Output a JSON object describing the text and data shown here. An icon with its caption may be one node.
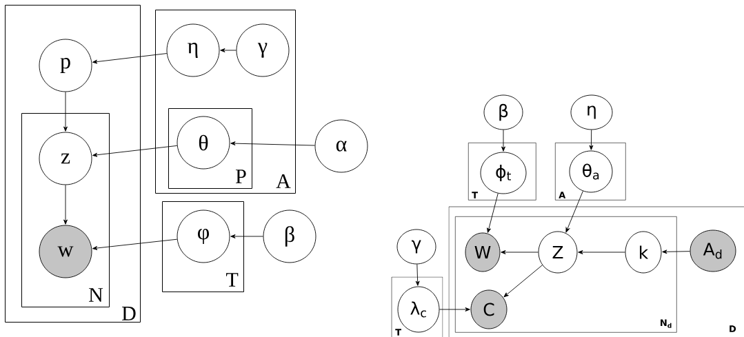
{
  "diagram": {
    "nodes": [
      {
        "text": [
          "D"
        ]
      },
      {
        "text": [
          "p"
        ],
        "in": 0
      },
      {
        "text": [
          "N"
        ],
        "in": 0
      },
      {
        "text": [
          "z"
        ],
        "in": 2
      },
      {
        "text": [
          "w"
        ],
        "in": 2
      },
      {
        "text": [
          "A"
        ]
      },
      {
        "text": [
          "η"
        ],
        "in": 5
      },
      {
        "text": [
          "γ"
        ],
        "in": 5
      },
      {
        "text": [
          "P"
        ],
        "in": 5
      },
      {
        "text": [
          "θ"
        ],
        "in": 8
      },
      {
        "text": [
          "α"
        ]
      },
      {
        "text": [
          "T"
        ]
      },
      {
        "text": [
          "φ"
        ],
        "in": 11
      },
      {
        "text": [
          "β"
        ]
      },
      {
        "text": [
          "β"
        ]
      },
      {
        "text": [
          "T"
        ]
      },
      {
        "text": [
          "ϕ$_{t}$"
        ],
        "in": 15
      },
      {
        "text": [
          "η"
        ]
      },
      {
        "text": [
          "A"
        ]
      },
      {
        "text": [
          "θ$_{a}$"
        ],
        "in": 18
      },
      {
        "text": [
          "D"
        ]
      },
      {
        "text": [
          "N$_{d}$"
        ],
        "in": 20
      },
      {
        "text": [
          "W"
        ],
        "in": 21
      },
      {
        "text": [
          "Z"
        ],
        "in": 21
      },
      {
        "text": [
          "k"
        ],
        "in": 21
      },
      {
        "text": [
          "A$_{d}$"
        ],
        "in": 20
      },
      {
        "text": [
          "γ"
        ]
      },
      {
        "text": [
          "T"
        ]
      },
      {
        "text": [
          "λ$_{c}$"
        ],
        "in": 27
      },
      {
        "text": [
          "C"
        ],
        "in": 21
      }
    ],
    "edges": [
      {
        "from": 6,
        "to": 1,
        "arrow": "to"
      },
      {
        "from": 7,
        "to": 6,
        "arrow": "to"
      },
      {
        "from": 1,
        "to": 3,
        "arrow": "to"
      },
      {
        "from": 3,
        "to": 4,
        "arrow": "to"
      },
      {
        "from": 9,
        "to": 3,
        "arrow": "to"
      },
      {
        "from": 10,
        "to": 9,
        "arrow": "to"
      },
      {
        "from": 12,
        "to": 4,
        "arrow": "to"
      },
      {
        "from": 13,
        "to": 12,
        "arrow": "to"
      },
      {
        "from": 14,
        "to": 16,
        "arrow": "to"
      },
      {
        "from": 17,
        "to": 19,
        "arrow": "to"
      },
      {
        "from": 16,
        "to": 22,
        "arrow": "to"
      },
      {
        "from": 19,
        "to": 23,
        "arrow": "to"
      },
      {
        "from": 23,
        "to": 22,
        "arrow": "to"
      },
      {
        "from": 24,
        "to": 23,
        "arrow": "to"
      },
      {
        "from": 25,
        "to": 24,
        "arrow": "to"
      },
      {
        "from": 23,
        "to": 29,
        "arrow": "to"
      },
      {
        "from": 26,
        "to": 28,
        "arrow": "to"
      },
      {
        "from": 28,
        "to": 29,
        "arrow": "to"
      }
    ]
  }
}
